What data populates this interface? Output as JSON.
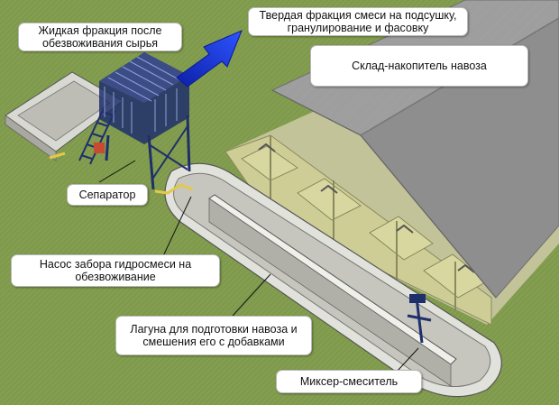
{
  "labels": {
    "liquid_fraction": [
      "Жидкая фракция после",
      "обезвоживания сырья"
    ],
    "solid_fraction": [
      "Твердая фракция смеси на подсушку,",
      "гранулирование и фасовку"
    ],
    "storage": "Склад-накопитель навоза",
    "separator": "Сепаратор",
    "pump": [
      "Насос забора гидросмеси на",
      "обезвоживание"
    ],
    "lagoon": [
      "Лагуна для подготовки навоза и",
      "смешения его с добавками"
    ],
    "mixer": "Миксер-смеситель"
  },
  "colors": {
    "grass": "#7f9a4c",
    "roof": "#9b9b9b",
    "concrete": "#d8d8d0",
    "wall_panel": "#c9c98f",
    "steel": "#1f2f6b",
    "arrow": "#1238d8"
  }
}
